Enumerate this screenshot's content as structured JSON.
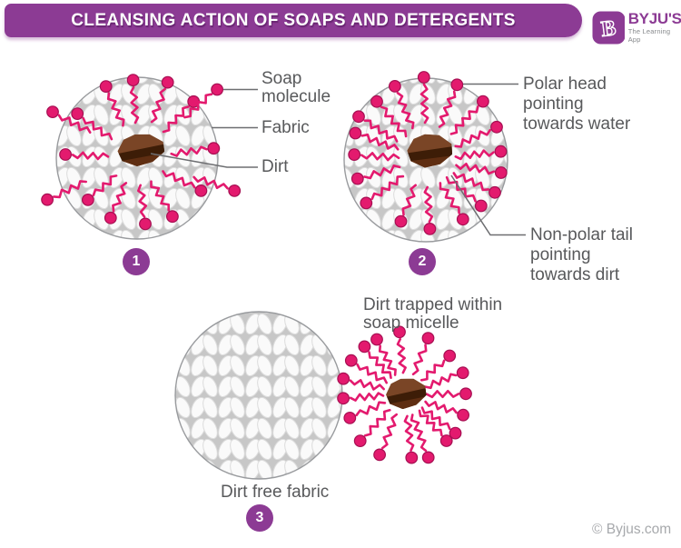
{
  "header": {
    "title": "CLEANSING ACTION OF SOAPS AND DETERGENTS"
  },
  "logo": {
    "icon_letter": "B",
    "brand": "BYJU'S",
    "tagline": "The Learning App"
  },
  "steps": {
    "step1": {
      "number": "1",
      "soap_molecule_label": "Soap\nmolecule",
      "fabric_label": "Fabric",
      "dirt_label": "Dirt"
    },
    "step2": {
      "number": "2",
      "polar_head_label": "Polar head\npointing\ntowards water",
      "non_polar_tail_label": "Non-polar tail\npointing\ntowards dirt"
    },
    "step3": {
      "number": "3",
      "micelle_label": "Dirt trapped within\nsoap micelle",
      "dirt_free_label": "Dirt free fabric"
    }
  },
  "footer": {
    "copyright": "© Byjus.com"
  },
  "colors": {
    "purple": "#8c3b94",
    "pink": "#e31a6e",
    "pink_dark": "#a60f52",
    "label_gray": "#58595b",
    "line_gray": "#6d6e71",
    "tagline_gray": "#87898c",
    "copyright_gray": "#a7a9ac",
    "fabric_bg": "#c7c7c7",
    "fabric_leaf": "#fafafa",
    "fabric_leaf_edge": "#dcdcdc",
    "fabric_rim": "#999b9e",
    "dirt_top": "#7a4526",
    "dirt_band": "#3d1d07",
    "dirt_bottom": "#5f2e12",
    "background": "#ffffff"
  }
}
